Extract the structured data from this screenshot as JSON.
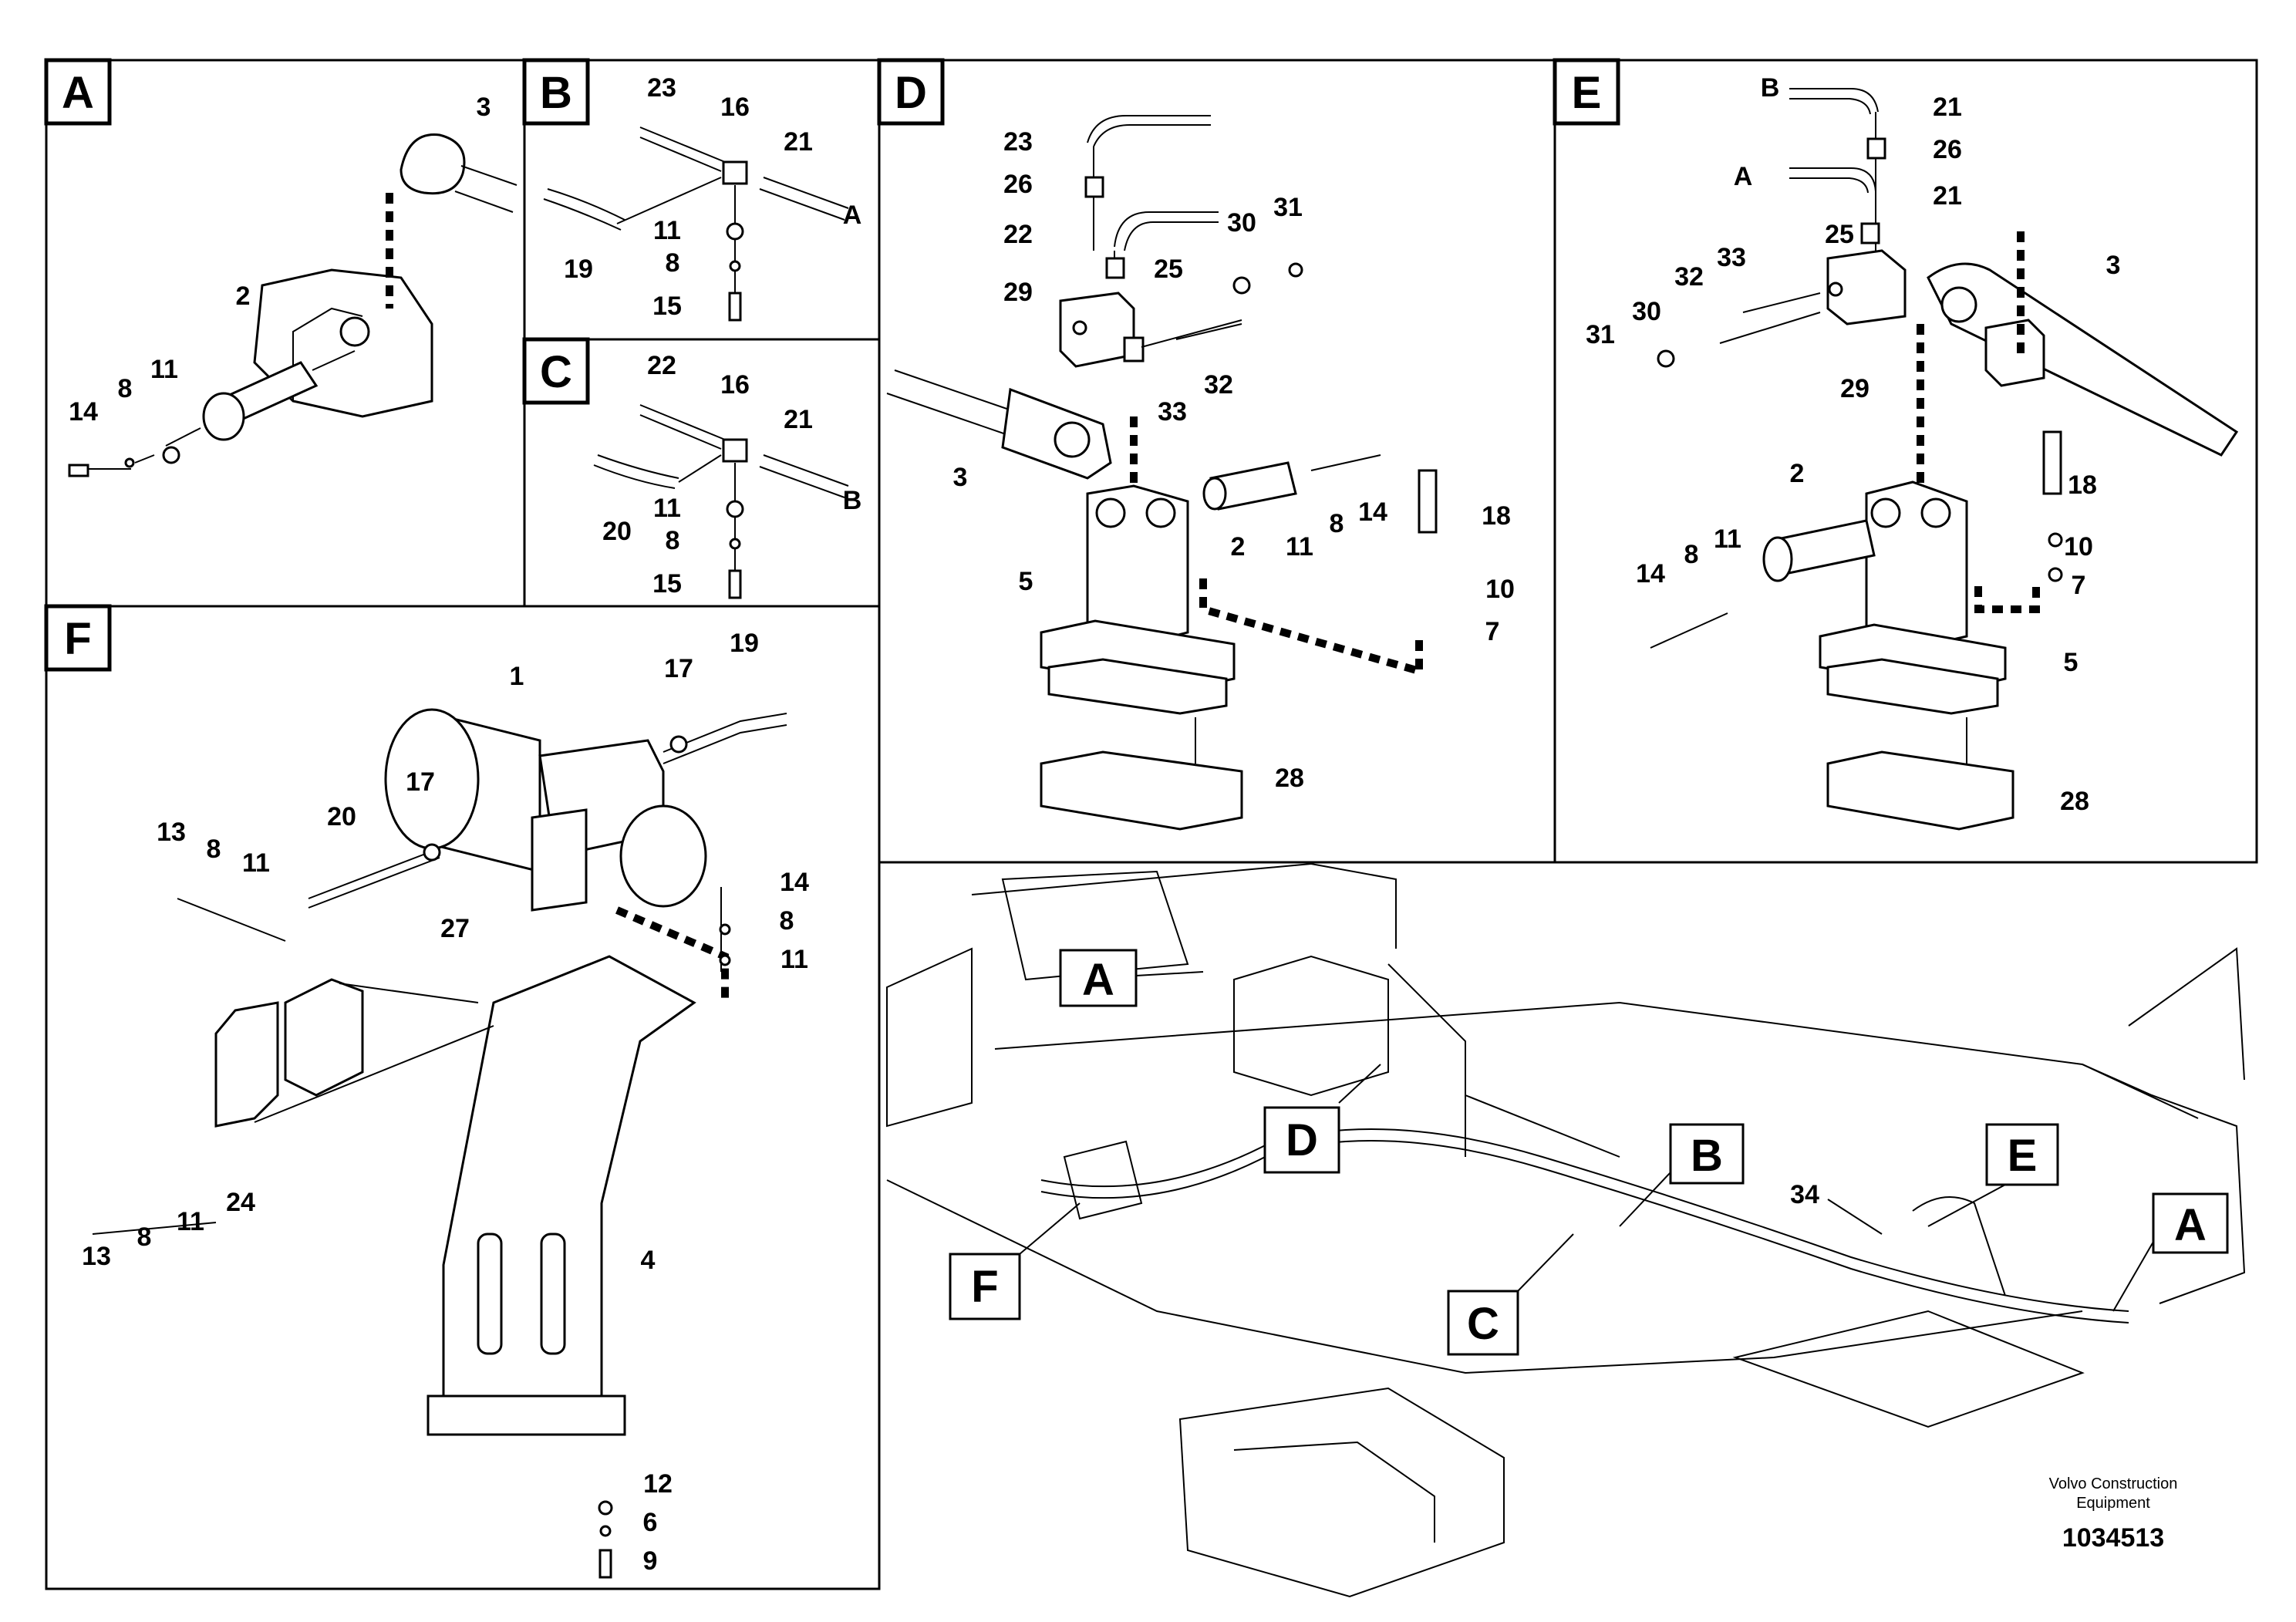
{
  "panels": {
    "A": {
      "letter": "A",
      "callouts": [
        "3",
        "2",
        "14",
        "8",
        "11"
      ]
    },
    "B": {
      "letter": "B",
      "callouts": [
        "23",
        "16",
        "21",
        "A",
        "19",
        "11",
        "8",
        "15"
      ]
    },
    "C": {
      "letter": "C",
      "callouts": [
        "22",
        "16",
        "21",
        "B",
        "20",
        "11",
        "8",
        "15"
      ]
    },
    "D": {
      "letter": "D",
      "callouts": [
        "23",
        "26",
        "22",
        "25",
        "30",
        "31",
        "29",
        "33",
        "32",
        "3",
        "2",
        "11",
        "8",
        "14",
        "18",
        "5",
        "10",
        "7",
        "28"
      ]
    },
    "E": {
      "letter": "E",
      "callouts": [
        "B",
        "21",
        "26",
        "A",
        "21",
        "25",
        "33",
        "32",
        "30",
        "31",
        "29",
        "3",
        "2",
        "18",
        "14",
        "8",
        "11",
        "10",
        "7",
        "5",
        "28"
      ]
    },
    "F": {
      "letter": "F",
      "callouts": [
        "1",
        "17",
        "19",
        "17",
        "20",
        "13",
        "8",
        "11",
        "14",
        "8",
        "11",
        "27",
        "13",
        "8",
        "11",
        "24",
        "4",
        "12",
        "6",
        "9"
      ]
    },
    "overview": {
      "tags": [
        "A",
        "D",
        "B",
        "E",
        "A",
        "F",
        "C"
      ],
      "callouts": [
        "34"
      ]
    }
  },
  "footer": {
    "line1": "Volvo Construction",
    "line2": "Equipment",
    "number": "1034513"
  }
}
